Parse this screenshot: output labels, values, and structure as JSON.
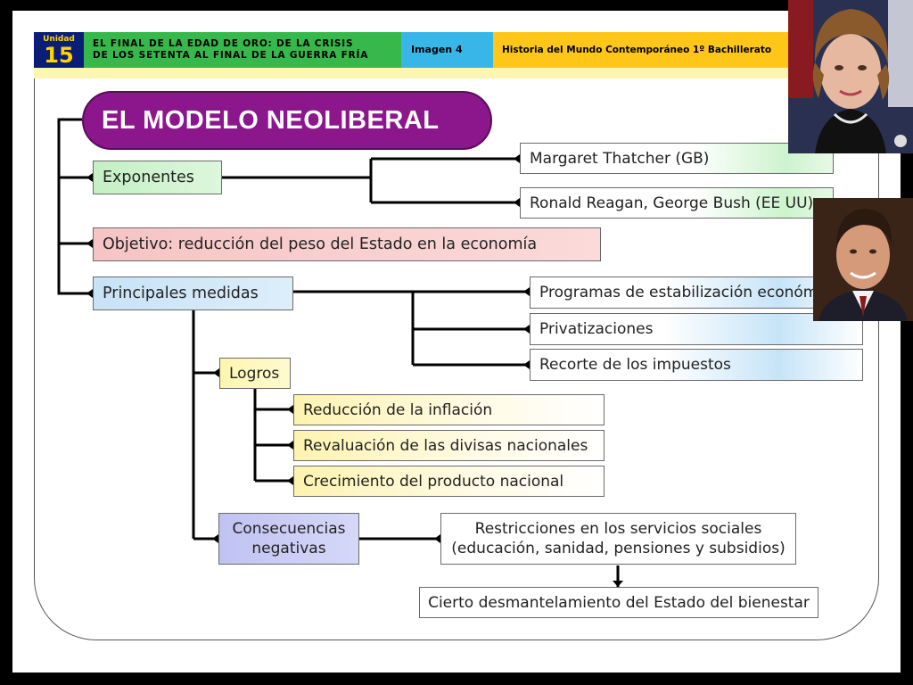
{
  "header": {
    "unit_label": "Unidad",
    "unit_number": "15",
    "title_line1": "EL FINAL DE LA EDAD DE ORO: DE LA CRISIS",
    "title_line2": "DE LOS SETENTA AL FINAL DE LA GUERRA FRÍA",
    "image_label": "Imagen 4",
    "course": "Historia del Mundo Contemporáneo 1º Bachillerato"
  },
  "diagram": {
    "title": "EL MODELO NEOLIBERAL",
    "exponentes": "Exponentes",
    "thatcher": "Margaret Thatcher (GB)",
    "reagan": "Ronald Reagan, George Bush (EE UU)",
    "objetivo": "Objetivo: reducción del peso del Estado en la economía",
    "medidas": "Principales medidas",
    "programas": "Programas de estabilización económica",
    "privatizaciones": "Privatizaciones",
    "recorte": "Recorte de los impuestos",
    "logros": "Logros",
    "inflacion": "Reducción de la inflación",
    "divisas": "Revaluación de las divisas nacionales",
    "crecimiento": "Crecimiento del producto nacional",
    "consecuencias_1": "Consecuencias",
    "consecuencias_2": "negativas",
    "restricciones_1": "Restricciones en los servicios sociales",
    "restricciones_2": "(educación, sanidad, pensiones y subsidios)",
    "desmantelamiento": "Cierto desmantelamiento del Estado del bienestar"
  },
  "colors": {
    "title_pill": "#8c178c",
    "unit_bg": "#0a1e78",
    "header_green": "#36b84a",
    "header_blue": "#38b6e8",
    "header_yellow": "#ffc61a"
  }
}
